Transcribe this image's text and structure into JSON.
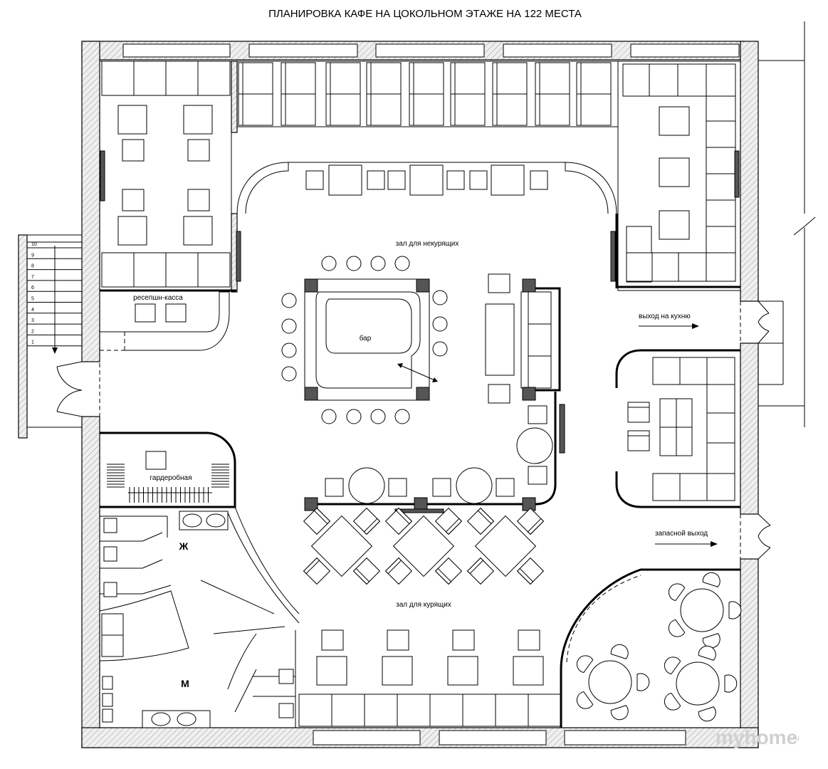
{
  "title": "ПЛАНИРОВКА  КАФЕ НА ЦОКОЛЬНОМ ЭТАЖЕ НА 122 МЕСТА",
  "labels": {
    "nonsmoking_hall": "зал для некурящих",
    "smoking_hall": "зал для курящих",
    "bar": "бар",
    "reception": "ресепшн-касса",
    "cloakroom": "гардеробная",
    "kitchen_exit": "выход на кухню",
    "emergency_exit": "запасной выход",
    "women_wc": "Ж",
    "men_wc": "М"
  },
  "stair_steps": [
    "10",
    "9",
    "8",
    "7",
    "6",
    "5",
    "4",
    "3",
    "2",
    "1"
  ],
  "watermark": "myhome",
  "watermark_suffix": ".ru",
  "colors": {
    "line": "#000000",
    "wall_fill": "#e6e6e6",
    "column": "#555555",
    "watermark": "#d0d0d0"
  }
}
